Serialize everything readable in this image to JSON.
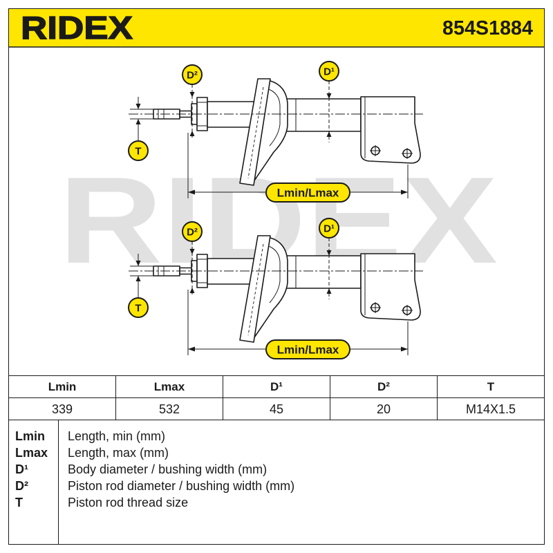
{
  "header": {
    "logo": "RIDEX",
    "part_number": "854S1884"
  },
  "watermark": "RIDEX",
  "diagram": {
    "labels": {
      "rod_diameter": "D²",
      "body_diameter": "D¹",
      "thread": "T",
      "length": "Lmin/Lmax"
    }
  },
  "table": {
    "headers": [
      "Lmin",
      "Lmax",
      "D¹",
      "D²",
      "T"
    ],
    "values": [
      "339",
      "532",
      "45",
      "20",
      "M14X1.5"
    ]
  },
  "legend": [
    {
      "key": "Lmin",
      "text": "Length, min (mm)"
    },
    {
      "key": "Lmax",
      "text": "Length, max (mm)"
    },
    {
      "key": "D¹",
      "text": "Body diameter / bushing width (mm)"
    },
    {
      "key": "D²",
      "text": "Piston rod diameter / bushing width (mm)"
    },
    {
      "key": "T",
      "text": "Piston rod thread size"
    }
  ],
  "colors": {
    "accent": "#ffe600",
    "ink": "#1a1a1a",
    "watermark": "#e1e1e1"
  }
}
